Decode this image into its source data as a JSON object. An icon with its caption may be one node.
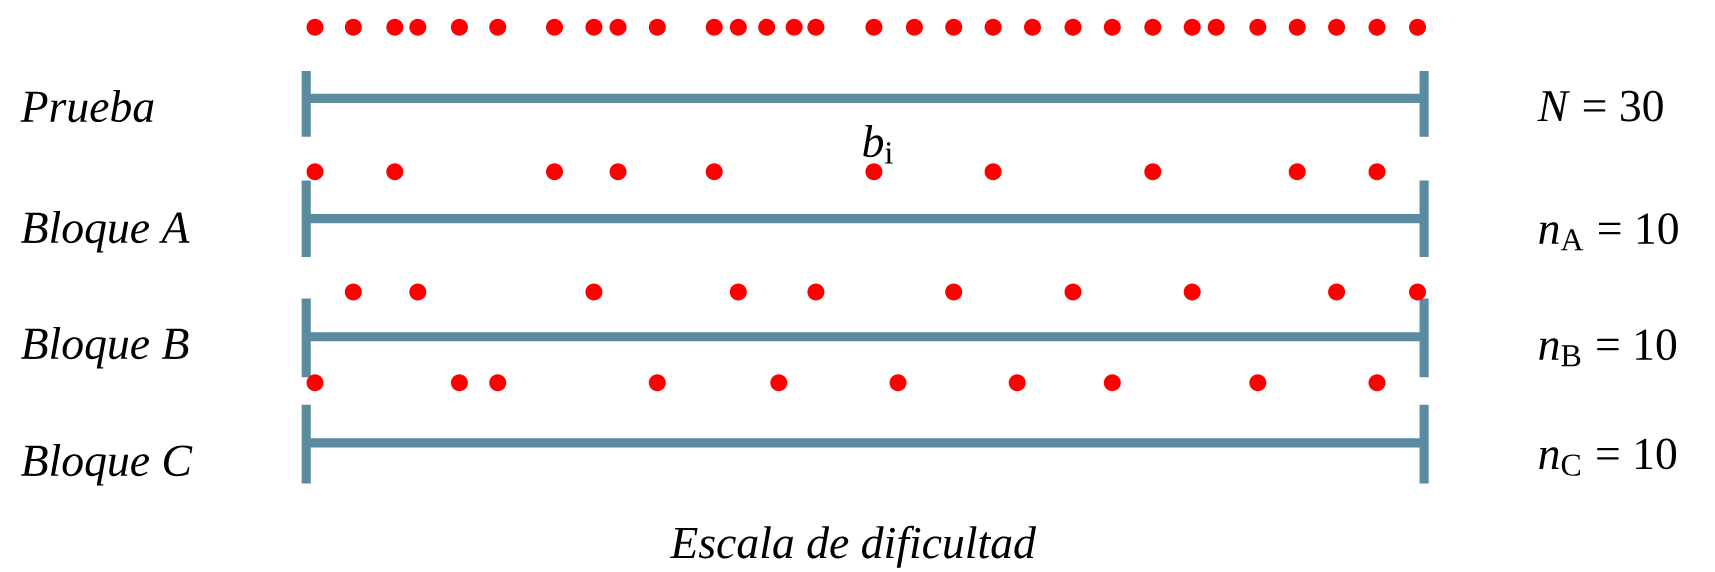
{
  "diagram": {
    "labels": [
      "*N* = 30",
      "*b*$_{i}$",
      "*n*$_{A}$ = 10",
      "*n*$_{B}$ = 10",
      "*n*$_{C}$ = 10",
      "Prueba",
      "Bloque A",
      "Bloque B",
      "Bloque C",
      "Escala de dificultad"
    ]
  }
}
